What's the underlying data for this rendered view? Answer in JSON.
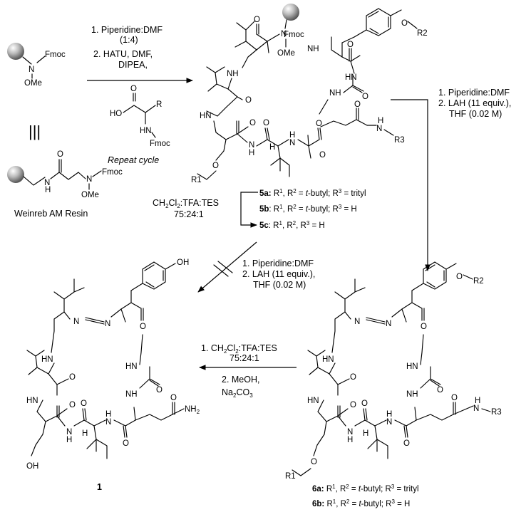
{
  "resin": {
    "fmoc": "Fmoc",
    "n": "N",
    "ome": "OMe",
    "equiv_sign": "|||",
    "linker_o": "O",
    "linker_h": "H",
    "linker_n": "N",
    "name": "Weinreb AM Resin"
  },
  "step1": {
    "line1": "1. Piperidine:DMF",
    "line2": "(1:4)",
    "line3": "2. HATU, DMF,",
    "line4": "DIPEA,",
    "aa_o": "O",
    "aa_ho": "HO",
    "aa_r": "R",
    "aa_hn": "HN",
    "aa_fmoc": "Fmoc",
    "repeat": "Repeat cycle"
  },
  "step2": {
    "line1": "1. Piperidine:DMF",
    "line2": "2. LAH (11 equiv.),",
    "line3": "THF (0.02 M)"
  },
  "step_blocked": {
    "line1": "1. Piperidine:DMF",
    "line2": "2. LAH (11 equiv.),",
    "line3": "THF (0.02 M)"
  },
  "step_deprot": {
    "line1": "CH2Cl2:TFA:TES",
    "line2": "75:24:1"
  },
  "step_final": {
    "line1": "1. CH2Cl2:TFA:TES",
    "line2": "75:24:1",
    "line3": "2. MeOH,",
    "line4": "Na2CO3"
  },
  "compounds5": [
    {
      "id": "5a:",
      "text": " R1, R2 = t-butyl; R3 = trityl"
    },
    {
      "id": "5b:",
      "text": " R1, R2 = t-butyl; R3 = H"
    },
    {
      "id": "5c:",
      "text": " R1, R2, R3 = H"
    }
  ],
  "compounds6": [
    {
      "id": "6a:",
      "text": " R1, R2 = t-butyl; R3 = trityl"
    },
    {
      "id": "6b:",
      "text": " R1, R2 = t-butyl; R3 = H"
    }
  ],
  "product_label": "1",
  "atoms": {
    "O": "O",
    "N": "N",
    "H": "H",
    "NH": "NH",
    "HN": "HN",
    "OH": "OH",
    "OMe": "OMe",
    "Fmoc": "Fmoc",
    "NH2": "NH2",
    "R1": "R1",
    "R2": "R2",
    "R3": "R3"
  }
}
